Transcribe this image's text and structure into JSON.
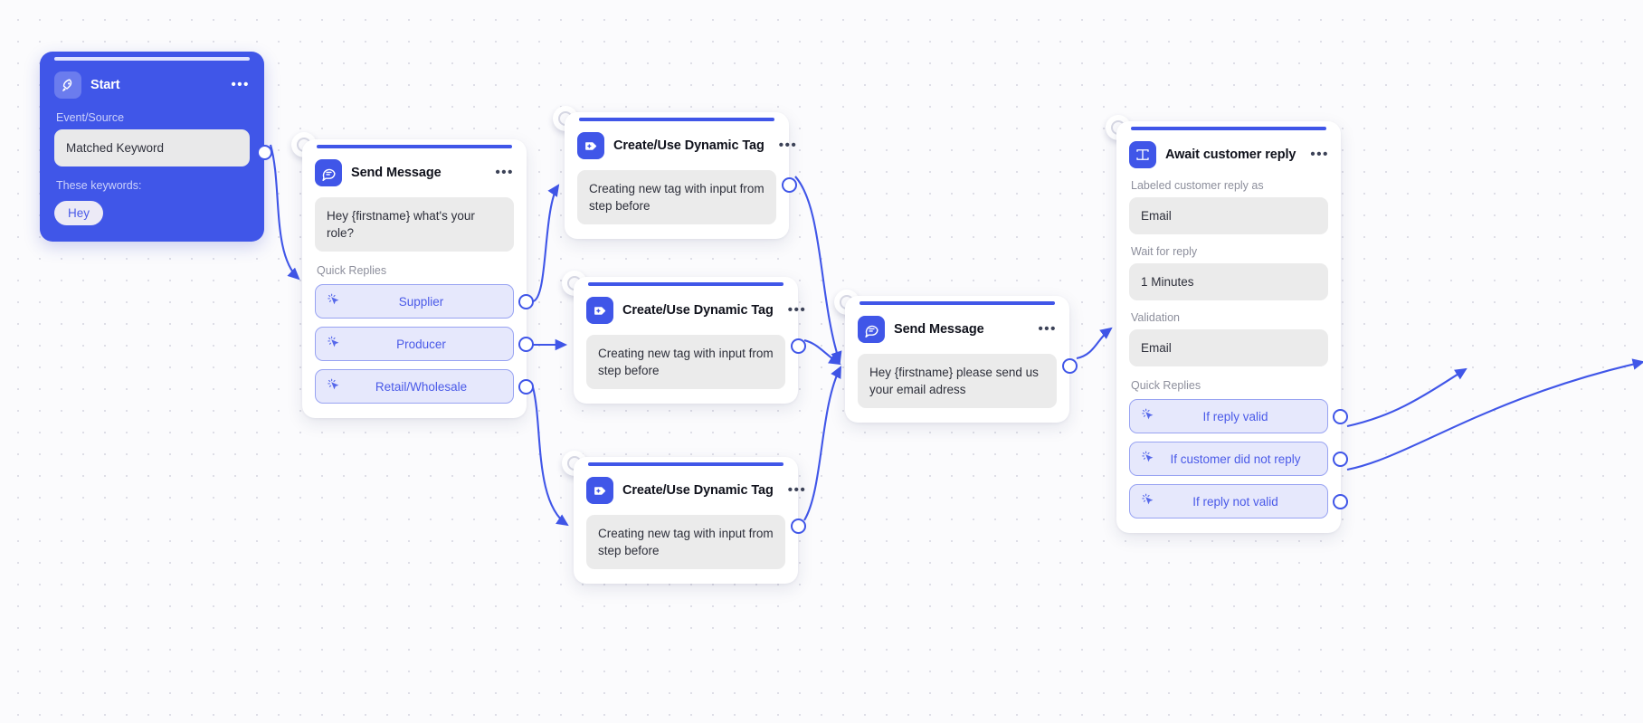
{
  "canvas": {
    "background": "#fbfbfd",
    "accent": "#4056e8",
    "quick_reply_bg": "#e6e8fc",
    "bubble_bg": "#ebebeb"
  },
  "nodes": {
    "start": {
      "title": "Start",
      "icon": "rocket-icon",
      "menu": "•••",
      "event_label": "Event/Source",
      "event_value": "Matched Keyword",
      "keywords_label": "These keywords:",
      "keywords": [
        "Hey"
      ]
    },
    "send_message_1": {
      "title": "Send Message",
      "icon": "chat-bubble-icon",
      "menu": "•••",
      "message": "Hey {firstname} what's your role?",
      "quick_replies_label": "Quick Replies",
      "quick_replies": [
        "Supplier",
        "Producer",
        "Retail/Wholesale"
      ]
    },
    "tag_1": {
      "title": "Create/Use Dynamic Tag",
      "icon": "tag-plus-icon",
      "menu": "•••",
      "message": "Creating new tag with input from step before"
    },
    "tag_2": {
      "title": "Create/Use Dynamic Tag",
      "icon": "tag-plus-icon",
      "menu": "•••",
      "message": "Creating new tag with input from step before"
    },
    "tag_3": {
      "title": "Create/Use Dynamic Tag",
      "icon": "tag-plus-icon",
      "menu": "•••",
      "message": "Creating new tag with input from step before"
    },
    "send_message_2": {
      "title": "Send Message",
      "icon": "chat-bubble-icon",
      "menu": "•••",
      "message": "Hey {firstname} please send us your email adress"
    },
    "await_reply": {
      "title": "Await customer reply",
      "icon": "text-input-icon",
      "menu": "•••",
      "labeled_as_label": "Labeled customer reply as",
      "labeled_as_value": "Email",
      "wait_label": "Wait for reply",
      "wait_value": "1 Minutes",
      "validation_label": "Validation",
      "validation_value": "Email",
      "quick_replies_label": "Quick Replies",
      "quick_replies": [
        "If reply valid",
        "If customer did not reply",
        "If reply not valid"
      ]
    }
  }
}
